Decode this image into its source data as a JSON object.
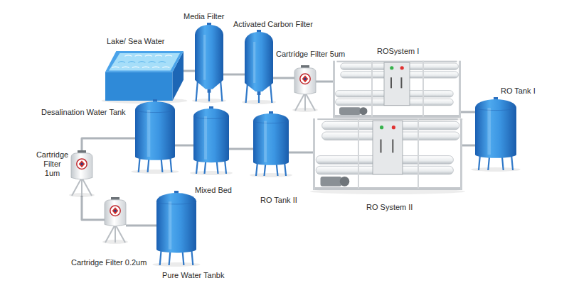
{
  "diagram": {
    "nodes": [
      {
        "text": [
          "Media Filter"
        ]
      },
      {
        "text": [
          "Activated Carbon Filter"
        ]
      },
      {
        "text": [
          "Lake/ Sea Water"
        ]
      },
      {
        "text": [
          "Cartridge Filter 5um"
        ]
      },
      {
        "text": [
          "ROSystem I"
        ]
      },
      {
        "text": [
          "RO Tank I"
        ]
      },
      {
        "text": [
          "Desalination Water Tank"
        ]
      },
      {
        "text": [
          "Cartridge Filter 1um"
        ]
      },
      {
        "text": [
          "Mixed Bed"
        ]
      },
      {
        "text": [
          "RO Tank II"
        ]
      },
      {
        "text": [
          "RO System II"
        ]
      },
      {
        "text": [
          "Cartridge Filter 0.2um"
        ]
      },
      {
        "text": [
          "Pure Water Tanbk"
        ]
      }
    ],
    "edges": [
      {
        "from": 2,
        "to": 0,
        "arrow": "none"
      },
      {
        "from": 0,
        "to": 1,
        "arrow": "none"
      },
      {
        "from": 1,
        "to": 3,
        "arrow": "none"
      },
      {
        "from": 3,
        "to": 4,
        "arrow": "none"
      },
      {
        "from": 4,
        "to": 5,
        "arrow": "none"
      },
      {
        "from": 5,
        "to": 10,
        "arrow": "none"
      },
      {
        "from": 10,
        "to": 9,
        "arrow": "none"
      },
      {
        "from": 9,
        "to": 8,
        "arrow": "none"
      },
      {
        "from": 8,
        "to": 6,
        "arrow": "none"
      },
      {
        "from": 6,
        "to": 7,
        "arrow": "none"
      },
      {
        "from": 7,
        "to": 11,
        "arrow": "none"
      },
      {
        "from": 11,
        "to": 12,
        "arrow": "none"
      }
    ]
  }
}
